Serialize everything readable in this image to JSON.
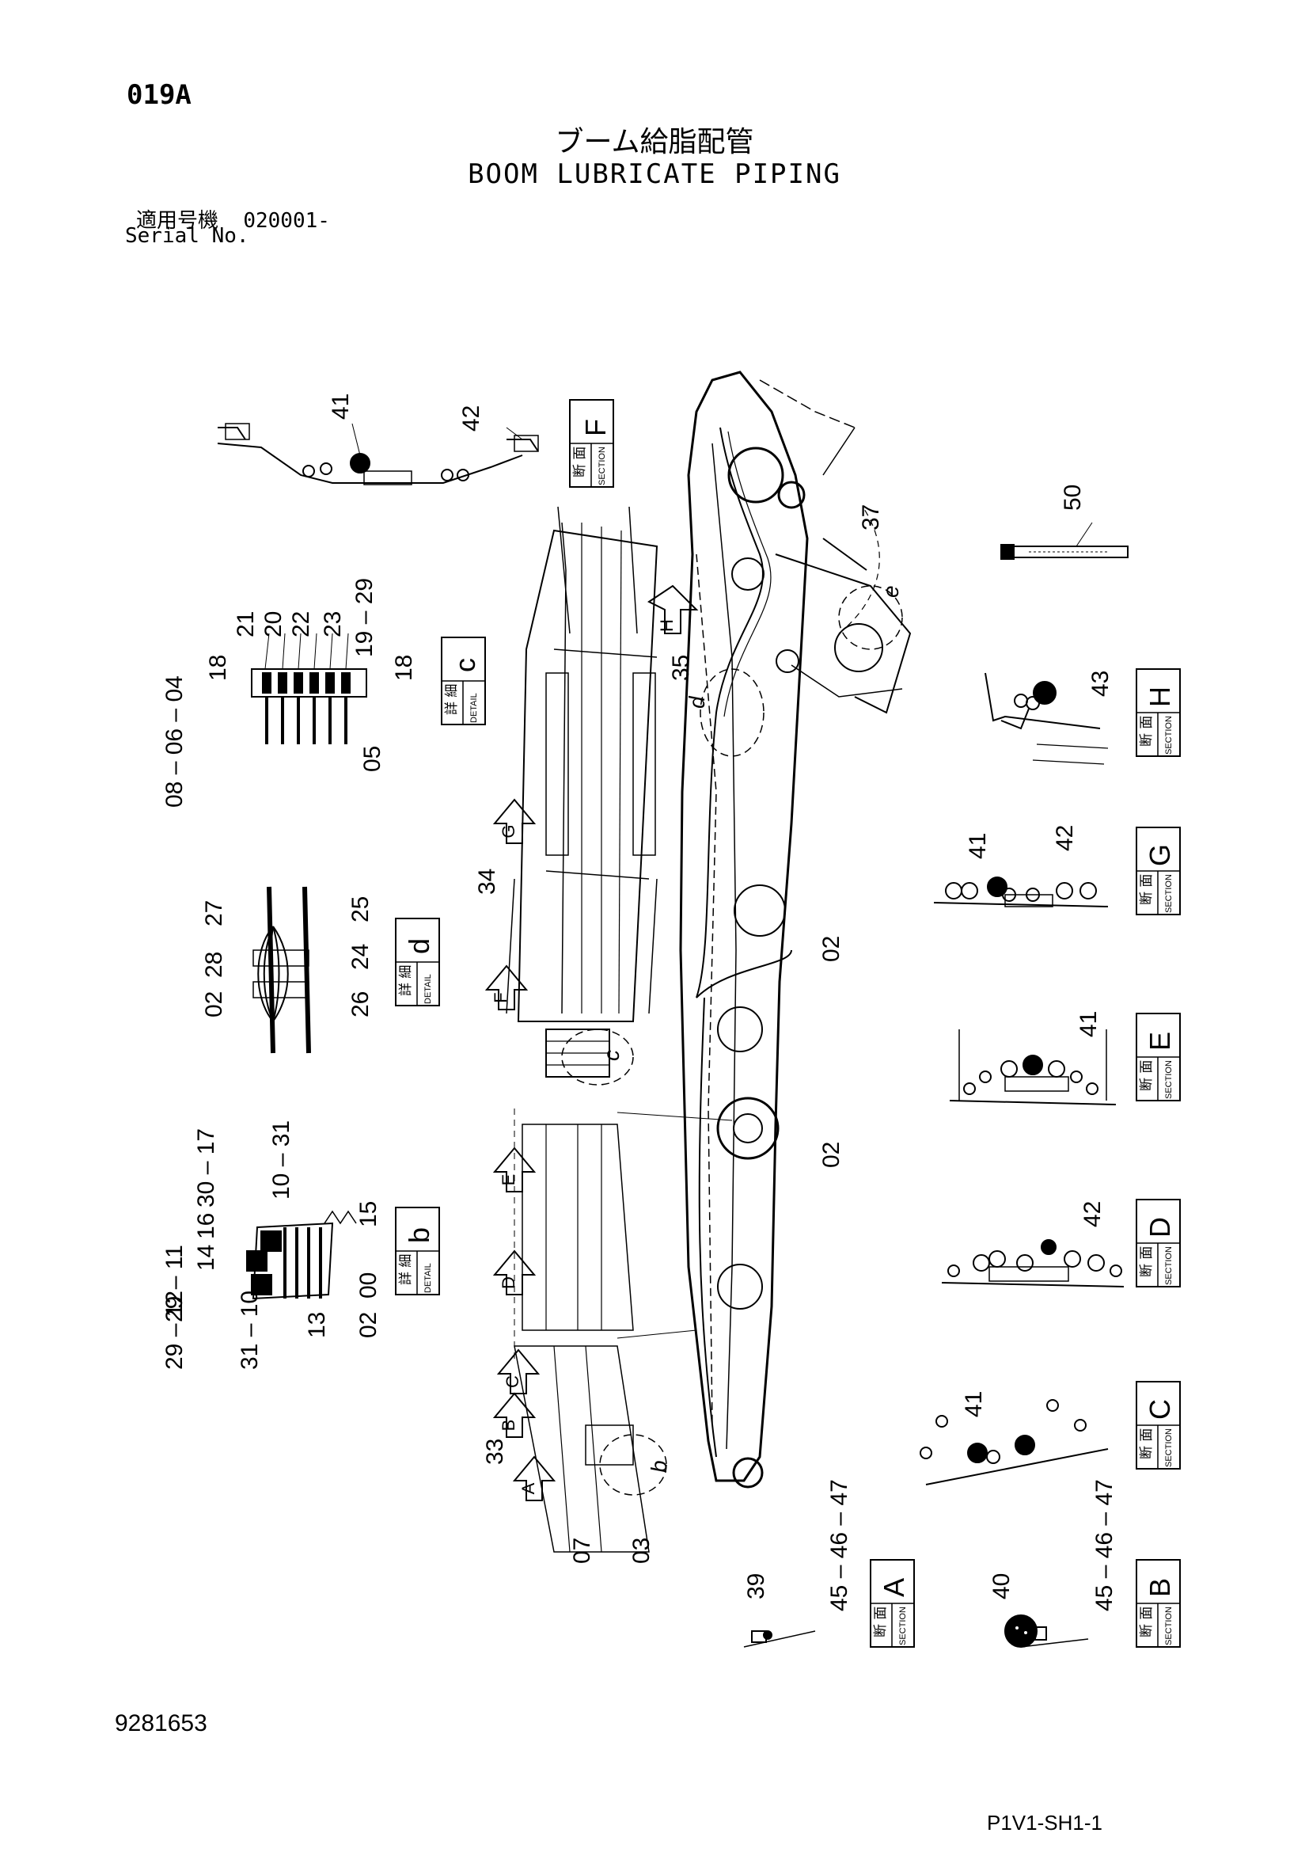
{
  "header": {
    "page_code": "019A",
    "title_jp": "ブーム給脂配管",
    "title_en": "BOOM LUBRICATE PIPING",
    "serial_label_jp": "適用号機",
    "serial_value": "020001-",
    "serial_label_en": "Serial No."
  },
  "footer": {
    "doc_number": "9281653",
    "sheet_code": "P1V1-SH1-1"
  },
  "tags": {
    "section_jp": "断 面",
    "detail_jp": "詳 細",
    "section_en": "SECTION",
    "detail_en": "DETAIL",
    "section_F": "F",
    "detail_c": "c",
    "detail_d": "d",
    "detail_b": "b",
    "section_H": "H",
    "section_G": "G",
    "section_E": "E",
    "section_D": "D",
    "section_C": "C",
    "section_A": "A",
    "section_B": "B"
  },
  "arrows": {
    "H": "H",
    "G": "G",
    "F": "F",
    "E": "E",
    "D": "D",
    "C": "C",
    "B": "B",
    "A": "A"
  },
  "callouts": {
    "c": "c",
    "d": "d",
    "e": "e",
    "b": "b"
  },
  "labels": {
    "f41": "41",
    "f42": "42",
    "c18a": "18",
    "c21": "21",
    "c20": "20",
    "c22": "22",
    "c23": "23",
    "c19_29": "19 – 29",
    "c18b": "18",
    "c08_06_04": "08 – 06 – 04",
    "c05": "05",
    "d27": "27",
    "d28": "28",
    "d02": "02",
    "d25": "25",
    "d24": "24",
    "d26": "26",
    "b30_17": "30 – 17",
    "b10_31": "10 – 31",
    "b16": "16",
    "b14": "14",
    "b29_11": "29 – 11",
    "b29_12": "29 – 12",
    "b31_10": "31 – 10",
    "b13": "13",
    "b15": "15",
    "b00": "00",
    "b02": "02",
    "m37": "37",
    "m35": "35",
    "m34": "34",
    "m02a": "02",
    "m02b": "02",
    "m33": "33",
    "m07": "07",
    "m03": "03",
    "m50": "50",
    "h43": "43",
    "g41": "41",
    "g42": "42",
    "e41": "41",
    "d42": "42",
    "sc41": "41",
    "a39": "39",
    "a45_46_47": "45 – 46 – 47",
    "b40": "40",
    "sb45_46_47": "45 – 46 – 47"
  }
}
